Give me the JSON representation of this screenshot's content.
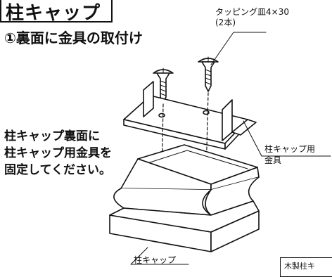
{
  "header": {
    "title": "柱キャップ",
    "step": "①裏面に金具の取付け"
  },
  "labels": {
    "screw_line1": "タッピング皿4×30",
    "screw_line2": "(2本)",
    "fitting_line1": "柱キャップ用",
    "fitting_line2": "金具",
    "cap": "柱キャップ",
    "wood": "木製柱キ"
  },
  "instruction": {
    "line1": "柱キャップ裏面に",
    "line2": "柱キャップ用金具を",
    "line3": "固定してください。"
  }
}
